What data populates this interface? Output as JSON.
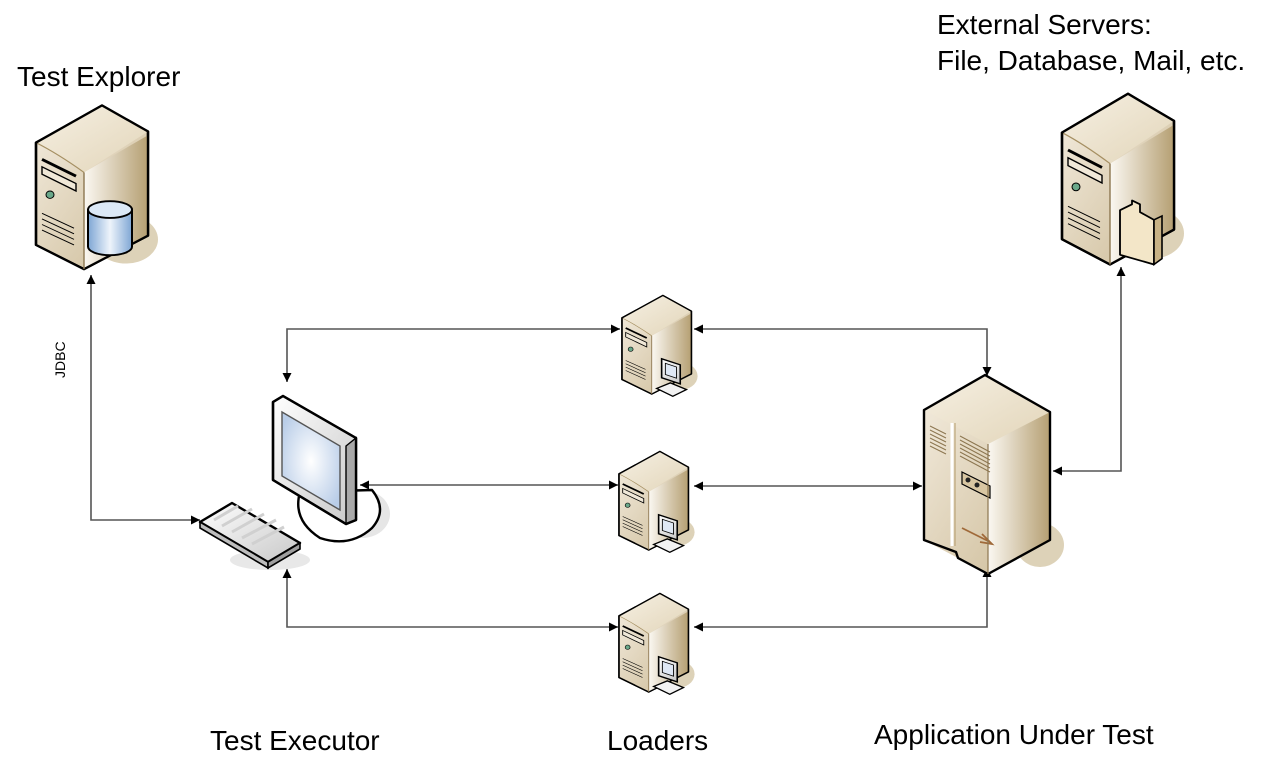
{
  "diagram": {
    "title": "Test architecture",
    "nodes": {
      "test_explorer": {
        "label": "Test Explorer",
        "icon": "database-server-icon"
      },
      "external_servers": {
        "label_line1": "External Servers:",
        "label_line2": "File, Database, Mail, etc.",
        "icon": "file-server-icon"
      },
      "test_executor": {
        "label": "Test Executor",
        "icon": "workstation-icon"
      },
      "loaders": {
        "label": "Loaders",
        "count": 3,
        "icon": "client-server-icon"
      },
      "aut": {
        "label": "Application Under Test",
        "icon": "mainframe-server-icon"
      }
    },
    "edges": [
      {
        "from": "test_explorer",
        "to": "test_executor",
        "label": "JDBC",
        "bidirectional": true
      },
      {
        "from": "test_executor",
        "to": "loader_1",
        "bidirectional": true
      },
      {
        "from": "test_executor",
        "to": "loader_2",
        "bidirectional": true
      },
      {
        "from": "test_executor",
        "to": "loader_3",
        "bidirectional": true
      },
      {
        "from": "loader_1",
        "to": "aut",
        "bidirectional": true
      },
      {
        "from": "loader_2",
        "to": "aut",
        "bidirectional": true
      },
      {
        "from": "loader_3",
        "to": "aut",
        "bidirectional": true
      },
      {
        "from": "aut",
        "to": "external_servers",
        "bidirectional": true
      }
    ],
    "colors": {
      "server_body": "#e8dcc4",
      "server_side": "#c2ad85",
      "shadow": "#ddd2b8",
      "db_blue": "#a9c7e8",
      "screen": "#dfe8f5",
      "line": "#555555"
    }
  }
}
